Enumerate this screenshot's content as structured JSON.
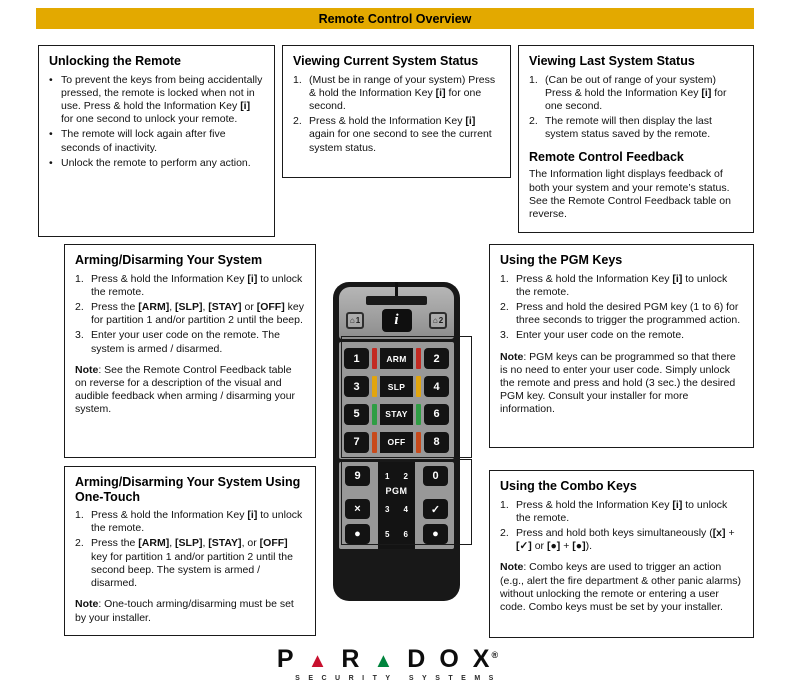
{
  "page": {
    "title": "Remote Control Overview",
    "title_bar_bg": "#e3a900"
  },
  "unlocking": {
    "heading": "Unlocking the Remote",
    "items": [
      [
        {
          "t": "To prevent the keys from being accidentally pressed, the remote is locked when not in use. Press & hold the Information Key "
        },
        {
          "t": "[i]",
          "b": true
        },
        {
          "t": " for one second to unlock your remote."
        }
      ],
      [
        {
          "t": "The remote will lock again after five seconds of inactivity."
        }
      ],
      [
        {
          "t": "Unlock the remote to perform any action."
        }
      ]
    ]
  },
  "viewing_current": {
    "heading": "Viewing Current System Status",
    "items": [
      {
        "num": "1.",
        "segs": [
          {
            "t": "(Must be in range of your system) Press & hold the Information Key "
          },
          {
            "t": "[i]",
            "b": true
          },
          {
            "t": " for one second."
          }
        ]
      },
      {
        "num": "2.",
        "segs": [
          {
            "t": "Press & hold the Information Key "
          },
          {
            "t": "[i]",
            "b": true
          },
          {
            "t": " again for one second to see the current system status."
          }
        ]
      }
    ]
  },
  "viewing_last": {
    "heading": "Viewing Last System Status",
    "items": [
      {
        "num": "1.",
        "segs": [
          {
            "t": "(Can be out of range of your system) Press & hold the Information Key "
          },
          {
            "t": "[i]",
            "b": true
          },
          {
            "t": " for one second."
          }
        ]
      },
      {
        "num": "2.",
        "segs": [
          {
            "t": "The remote will then display the last system status saved by the remote."
          }
        ]
      }
    ],
    "feedback_heading": "Remote Control Feedback",
    "feedback_text": [
      {
        "t": "The Information light displays feedback of both your system and your remote’s status. See the Remote Control Feedback table on reverse."
      }
    ]
  },
  "arming": {
    "heading": "Arming/Disarming Your System",
    "items": [
      {
        "num": "1.",
        "segs": [
          {
            "t": "Press & hold the Information Key "
          },
          {
            "t": "[i]",
            "b": true
          },
          {
            "t": " to unlock the remote."
          }
        ]
      },
      {
        "num": "2.",
        "segs": [
          {
            "t": "Press the "
          },
          {
            "t": "[ARM]",
            "b": true
          },
          {
            "t": ", "
          },
          {
            "t": "[SLP]",
            "b": true
          },
          {
            "t": ", "
          },
          {
            "t": "[STAY]",
            "b": true
          },
          {
            "t": " or "
          },
          {
            "t": "[OFF]",
            "b": true
          },
          {
            "t": " key for partition 1 and/or partition 2 until the beep."
          }
        ]
      },
      {
        "num": "3.",
        "segs": [
          {
            "t": "Enter your user code on the remote. The system is armed / disarmed."
          }
        ]
      }
    ],
    "note": [
      {
        "t": "Note",
        "b": true
      },
      {
        "t": ": See the Remote Control Feedback table on reverse for a description of the visual and audible feedback when arming / disarming your system."
      }
    ]
  },
  "one_touch": {
    "heading": "Arming/Disarming Your System Using One-Touch",
    "items": [
      {
        "num": "1.",
        "segs": [
          {
            "t": "Press & hold the Information Key "
          },
          {
            "t": "[i]",
            "b": true
          },
          {
            "t": " to unlock the remote."
          }
        ]
      },
      {
        "num": "2.",
        "segs": [
          {
            "t": "Press the "
          },
          {
            "t": "[ARM]",
            "b": true
          },
          {
            "t": ", "
          },
          {
            "t": "[SLP]",
            "b": true
          },
          {
            "t": ", "
          },
          {
            "t": "[STAY]",
            "b": true
          },
          {
            "t": ", or "
          },
          {
            "t": "[OFF]",
            "b": true
          },
          {
            "t": " key for partition 1 and/or partition 2 until the second beep. The system is armed / disarmed."
          }
        ]
      }
    ],
    "note": [
      {
        "t": "Note",
        "b": true
      },
      {
        "t": ": One-touch arming/disarming must be set by your installer."
      }
    ]
  },
  "pgm": {
    "heading": "Using the PGM Keys",
    "items": [
      {
        "num": "1.",
        "segs": [
          {
            "t": "Press & hold the Information Key "
          },
          {
            "t": "[i]",
            "b": true
          },
          {
            "t": " to unlock the remote."
          }
        ]
      },
      {
        "num": "2.",
        "segs": [
          {
            "t": "Press and hold the desired PGM key (1 to 6) for three seconds to trigger the programmed action."
          }
        ]
      },
      {
        "num": "3.",
        "segs": [
          {
            "t": "Enter your user code on the remote."
          }
        ]
      }
    ],
    "note": [
      {
        "t": "Note",
        "b": true
      },
      {
        "t": ": PGM keys can be programmed so that there is no need to enter your user code. Simply unlock the remote and press and hold (3 sec.) the desired PGM key. Consult your installer for more information."
      }
    ]
  },
  "combo": {
    "heading": "Using the Combo Keys",
    "items": [
      {
        "num": "1.",
        "segs": [
          {
            "t": "Press & hold the Information Key "
          },
          {
            "t": "[i]",
            "b": true
          },
          {
            "t": " to unlock the remote."
          }
        ]
      },
      {
        "num": "2.",
        "segs": [
          {
            "t": "Press and hold both keys simultaneously ("
          },
          {
            "t": "[x]",
            "b": true
          },
          {
            "t": " + "
          },
          {
            "t": "[✓]",
            "b": true
          },
          {
            "t": " or "
          },
          {
            "t": "[●]",
            "b": true
          },
          {
            "t": " + "
          },
          {
            "t": "[●]",
            "b": true
          },
          {
            "t": ")."
          }
        ]
      }
    ],
    "note": [
      {
        "t": "Note",
        "b": true
      },
      {
        "t": ": Combo keys are used to trigger an action (e.g., alert the fire department & other panic alarms) without unlocking the remote or entering a user code. Combo keys must be set by your installer."
      }
    ]
  },
  "remote": {
    "partition_glyph": "⌂",
    "partition1": "1",
    "partition2": "2",
    "info_key": "i",
    "rows": [
      {
        "left": "1",
        "label": "ARM",
        "right": "2",
        "color": "#c32a22"
      },
      {
        "left": "3",
        "label": "SLP",
        "right": "4",
        "color": "#e2a50e"
      },
      {
        "left": "5",
        "label": "STAY",
        "right": "6",
        "color": "#2f9e44"
      },
      {
        "left": "7",
        "label": "OFF",
        "right": "8",
        "color": "#c84a1b"
      }
    ],
    "pgm_label": "PGM",
    "pgm_rows": [
      {
        "left": "9",
        "ltag": "1",
        "rtag": "2",
        "right": "0"
      },
      {
        "left": "×",
        "ltag": "3",
        "rtag": "4",
        "right": "✓"
      },
      {
        "left": "●",
        "ltag": "5",
        "rtag": "6",
        "right": "●"
      }
    ]
  },
  "logo": {
    "glyphs": [
      "P",
      "▲",
      "R",
      "▲",
      "D",
      "O",
      "X"
    ],
    "registered": "®",
    "tagline": "SECURITY SYSTEMS",
    "red": "#c8102e",
    "green": "#00843d"
  }
}
